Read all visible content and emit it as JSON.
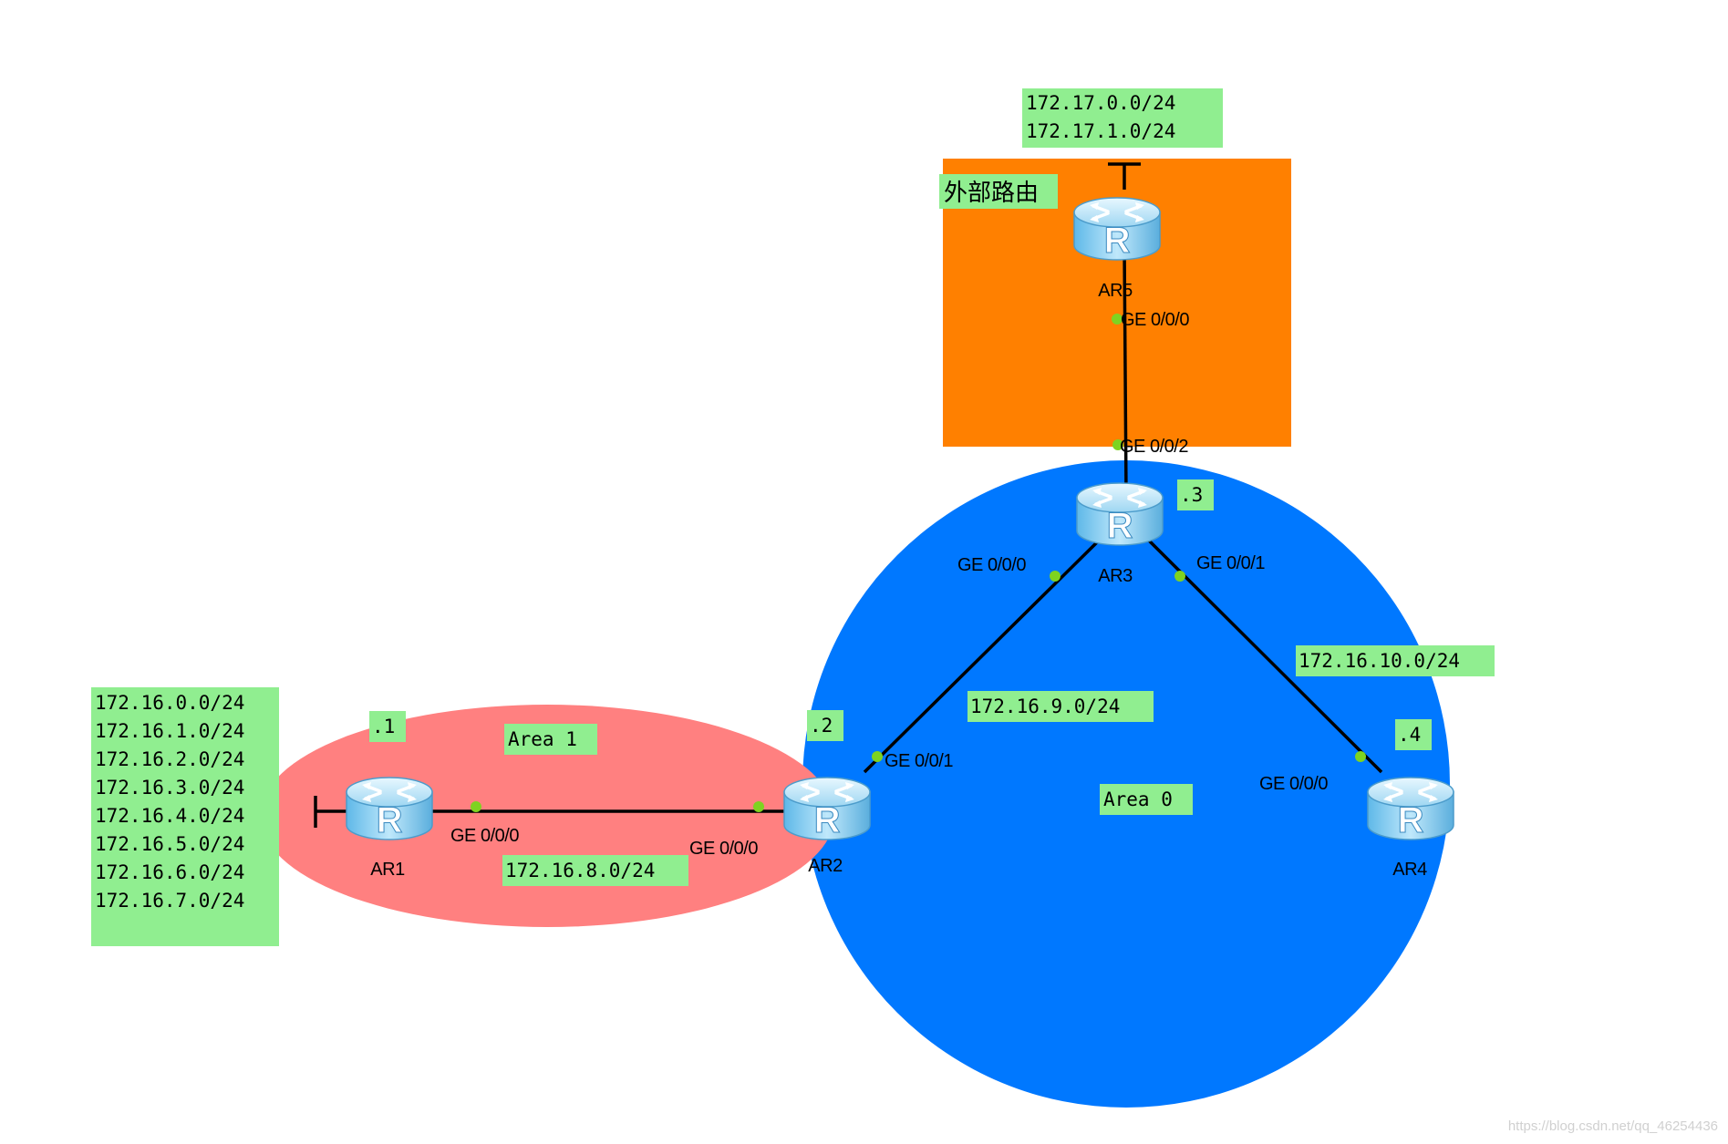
{
  "colors": {
    "area0": "#0078FF",
    "area1": "#FF8080",
    "external": "#FF8000",
    "label_bg": "#90EE90",
    "port_dot": "#7ED321",
    "link": "#000000"
  },
  "regions": {
    "area0_label": "Area 0",
    "area1_label": "Area 1",
    "external_label": "外部路由"
  },
  "routers": {
    "ar1": {
      "name": "AR1",
      "host": ".1"
    },
    "ar2": {
      "name": "AR2",
      "host": ".2"
    },
    "ar3": {
      "name": "AR3",
      "host": ".3"
    },
    "ar4": {
      "name": "AR4",
      "host": ".4"
    },
    "ar5": {
      "name": "AR5"
    }
  },
  "router_glyph": "R",
  "router_icon": "router-icon",
  "ports": {
    "ar1_ge000": "GE 0/0/0",
    "ar2_ge000": "GE 0/0/0",
    "ar2_ge001": "GE 0/0/1",
    "ar3_ge000": "GE 0/0/0",
    "ar3_ge001": "GE 0/0/1",
    "ar3_ge002": "GE 0/0/2",
    "ar4_ge000": "GE 0/0/0",
    "ar5_ge000": "GE 0/0/0"
  },
  "links": {
    "ar1_ar2": "172.16.8.0/24",
    "ar2_ar3": "172.16.9.0/24",
    "ar3_ar4": "172.16.10.0/24"
  },
  "ar1_networks": [
    "172.16.0.0/24",
    "172.16.1.0/24",
    "172.16.2.0/24",
    "172.16.3.0/24",
    "172.16.4.0/24",
    "172.16.5.0/24",
    "172.16.6.0/24",
    "172.16.7.0/24"
  ],
  "ar5_networks": [
    "172.17.0.0/24",
    "172.17.1.0/24"
  ],
  "watermark": "https://blog.csdn.net/qq_46254436"
}
